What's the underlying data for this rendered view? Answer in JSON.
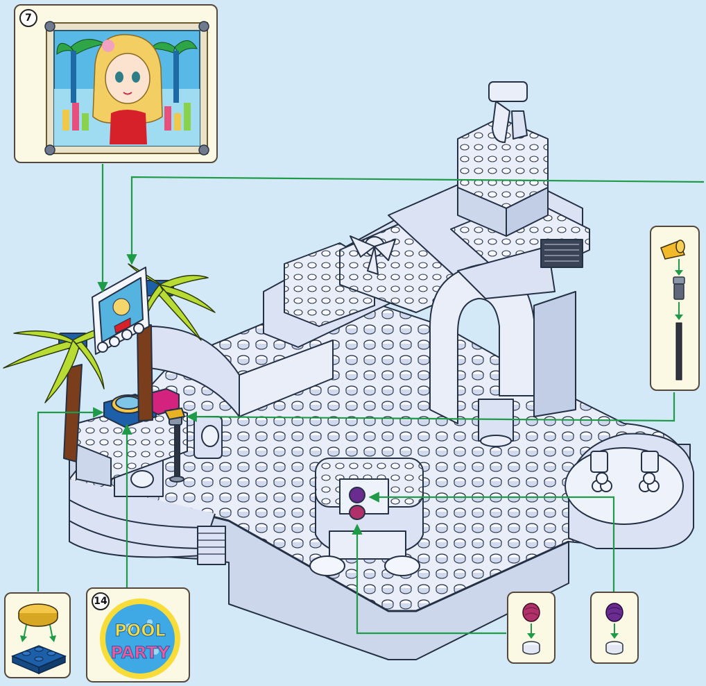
{
  "page": {
    "background_color": "#d4e9f7",
    "arrow_color": "#1e9a48",
    "callout_fill": "#fbf8e3"
  },
  "callouts": {
    "poster": {
      "step_number": "7",
      "icon": "poster-sticker-icon"
    },
    "pool_party": {
      "step_number": "14",
      "icon": "pool-party-sticker-icon",
      "sticker_text_line1": "POOL",
      "sticker_text_line2": "PARTY"
    },
    "tile_assembly": {
      "icon": "round-tile-on-plate-icon"
    },
    "microphone": {
      "icon": "microphone-stand-icon"
    },
    "pink_flower": {
      "icon": "pink-flower-on-stud-icon",
      "color": "#b0306a"
    },
    "purple_flower": {
      "icon": "purple-flower-on-stud-icon",
      "color": "#6a2d8f"
    }
  },
  "model": {
    "icon": "pool-lego-model-icon",
    "base_color": "#e8edf8",
    "outline_color": "#243044"
  }
}
